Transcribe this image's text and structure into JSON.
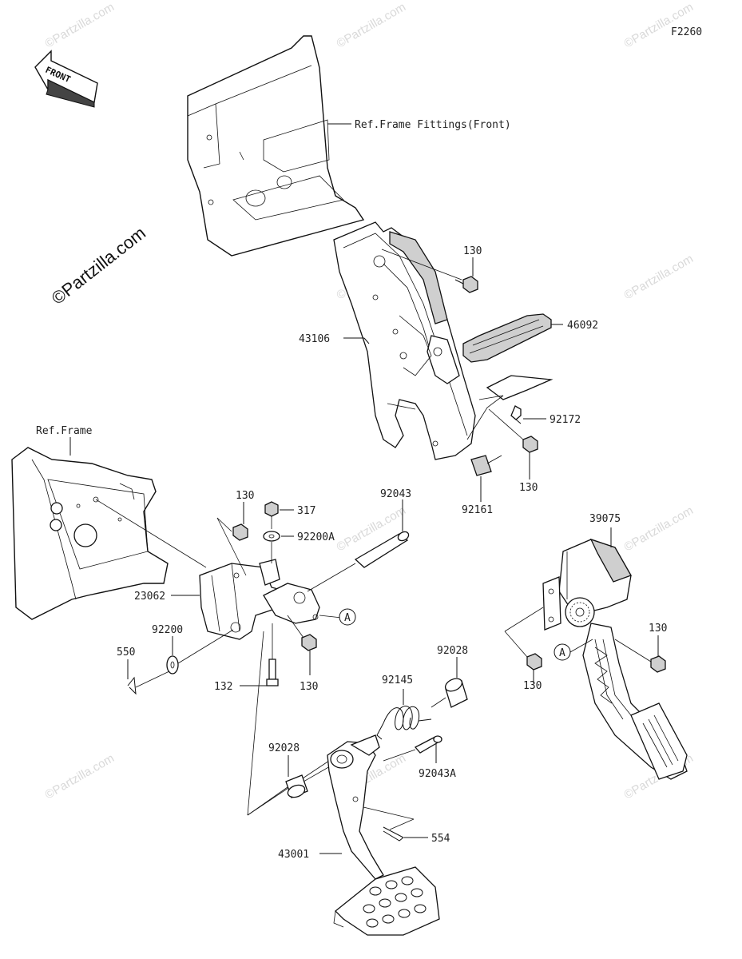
{
  "figure_code": "F2260",
  "front_arrow": {
    "label": "FRONT"
  },
  "references": {
    "frame_fittings_front": "Ref.Frame Fittings(Front)",
    "frame": "Ref.Frame"
  },
  "watermarks": {
    "main": "©Partzilla.com",
    "small": "©Partzilla.com"
  },
  "callouts": {
    "p130_top": "130",
    "p46092": "46092",
    "p43106": "43106",
    "p92172": "92172",
    "p130_mid": "130",
    "p92161": "92161",
    "p92043": "92043",
    "p130_bracket": "130",
    "p317": "317",
    "p92200A": "92200A",
    "p23062": "23062",
    "p92200": "92200",
    "p550": "550",
    "p132": "132",
    "p130_low": "130",
    "pA_left": "A",
    "p92028_top": "92028",
    "p92145": "92145",
    "p92028_left": "92028",
    "p92043A": "92043A",
    "p554": "554",
    "p43001": "43001",
    "p39075": "39075",
    "p130_right": "130",
    "p130_right_low": "130",
    "pA_right": "A"
  }
}
